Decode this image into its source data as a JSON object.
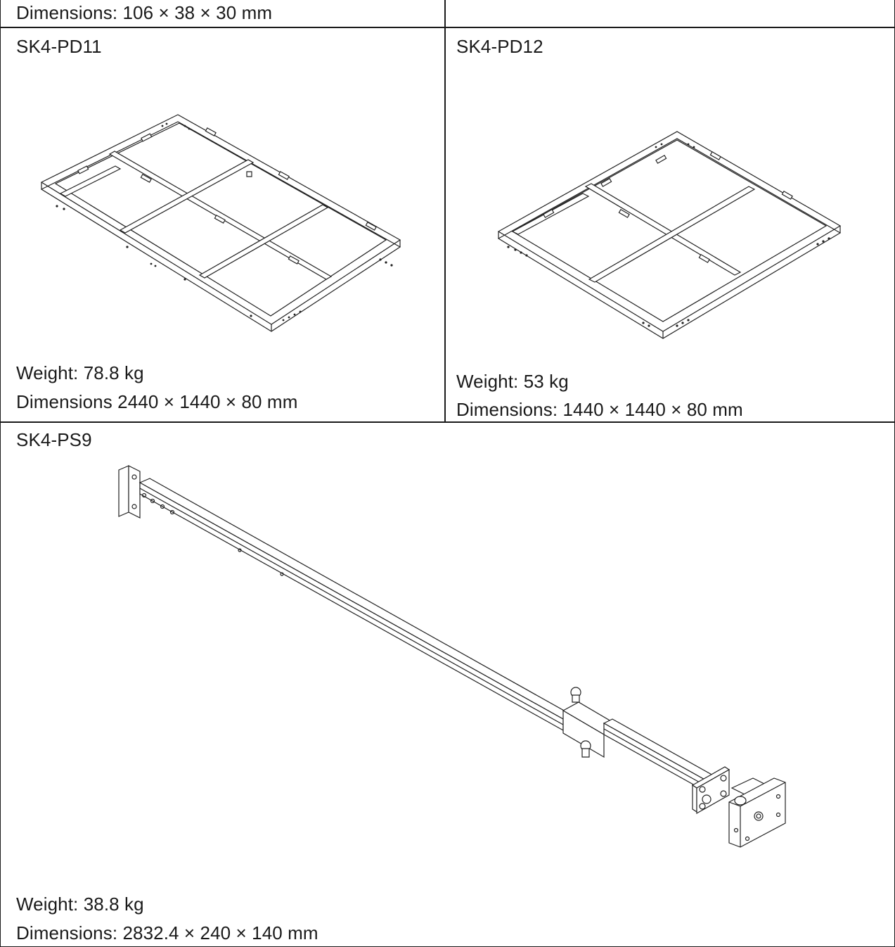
{
  "rows": {
    "top": {
      "left_text": "Dimensions: 106 × 38 × 30 mm",
      "right_text": ""
    },
    "pd11": {
      "model": "SK4-PD11",
      "weight": "Weight: 78.8 kg",
      "dimensions": "Dimensions 2440 × 1440 × 80 mm"
    },
    "pd12": {
      "model": "SK4-PD12",
      "weight": "Weight: 53 kg",
      "dimensions": "Dimensions: 1440 × 1440 × 80 mm"
    },
    "ps9": {
      "model": "SK4-PS9",
      "weight": "Weight: 38.8 kg",
      "dimensions": "Dimensions: 2832.4 × 240 × 140 mm"
    }
  }
}
